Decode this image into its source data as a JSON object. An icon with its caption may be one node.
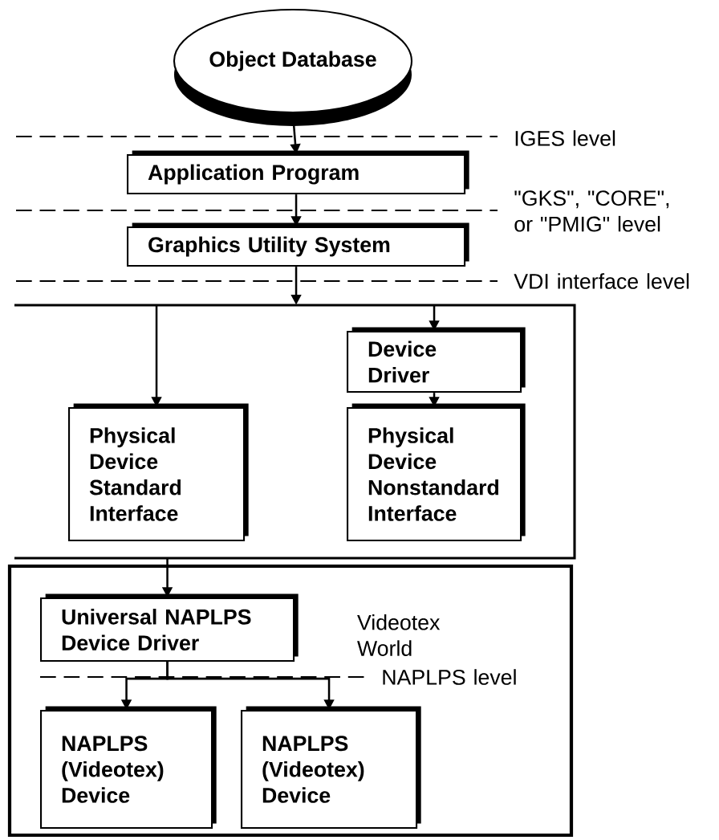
{
  "diagram": {
    "nodes": [
      {
        "text": [
          "Object Database"
        ]
      },
      {
        "text": [
          "Application Program"
        ]
      },
      {
        "text": [
          "Graphics Utility System"
        ]
      },
      {
        "text": [],
        "shape": "box"
      },
      {
        "text": [
          "Physical Device Standard Interface"
        ],
        "in": 3
      },
      {
        "text": [
          "Device Driver"
        ],
        "in": 3
      },
      {
        "text": [
          "Physical Device Nonstandard Interface"
        ],
        "in": 3
      },
      {
        "text": [
          "Videotex World"
        ]
      },
      {
        "text": [
          "Universal NAPLPS Device Driver"
        ],
        "in": 7
      },
      {
        "text": [
          "NAPLPS (Videotex) Device"
        ],
        "in": 7
      },
      {
        "text": [
          "NAPLPS (Videotex) Device"
        ],
        "in": 7
      }
    ],
    "edges": [
      {
        "from": 0,
        "to": 1,
        "arrow": "to"
      },
      {
        "from": 1,
        "to": 2,
        "arrow": "to"
      },
      {
        "from": 2,
        "to": 3,
        "arrow": "to"
      },
      {
        "from": 3,
        "to": 4,
        "arrow": "to"
      },
      {
        "from": 3,
        "to": 5,
        "arrow": "to"
      },
      {
        "from": 5,
        "to": 6,
        "arrow": "to"
      },
      {
        "from": 3,
        "to": 8,
        "arrow": "to"
      },
      {
        "from": 8,
        "to": 9,
        "arrow": "to"
      },
      {
        "from": 8,
        "to": 10,
        "arrow": "to"
      }
    ],
    "labels": [
      "IGES level",
      "\"GKS\", \"CORE\", or \"PMIG\" level",
      "VDI interface level",
      "NAPLPS level"
    ]
  }
}
